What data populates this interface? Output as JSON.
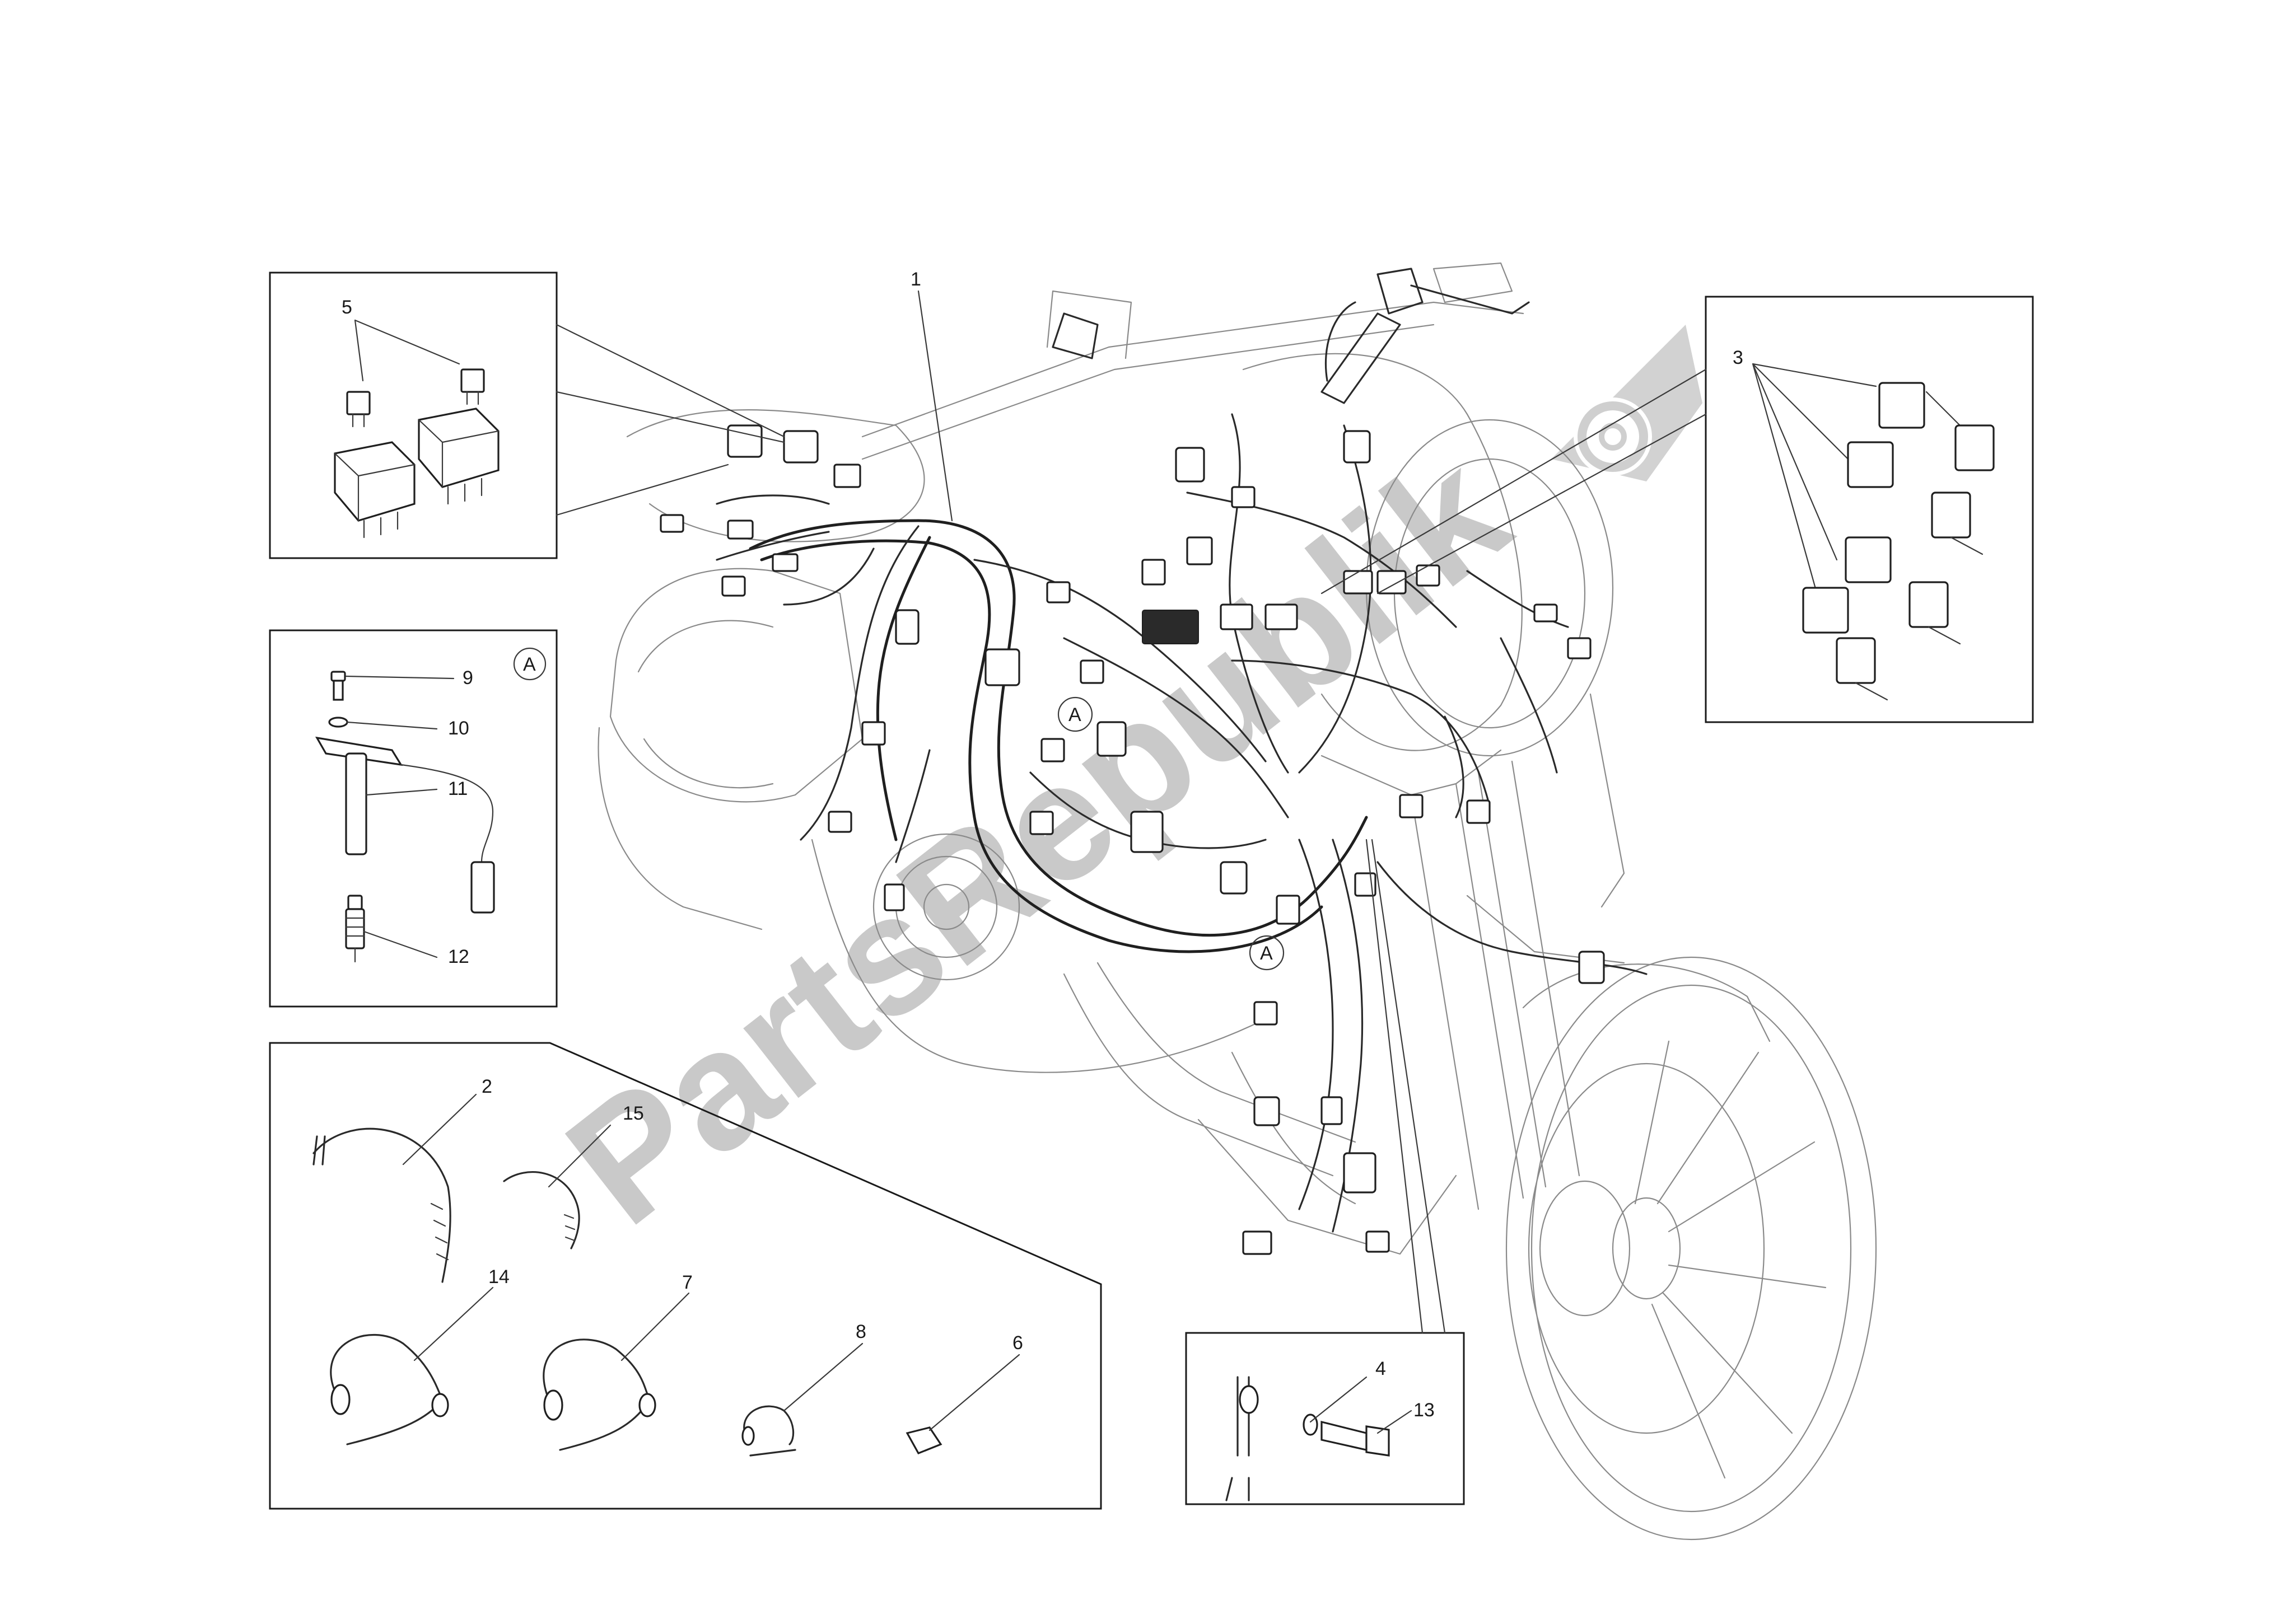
{
  "callouts": {
    "c1": "1",
    "c2": "2",
    "c3": "3",
    "c4": "4",
    "c5": "5",
    "c6": "6",
    "c7": "7",
    "c8": "8",
    "c9": "9",
    "c10": "10",
    "c11": "11",
    "c12": "12",
    "c13": "13",
    "c14": "14",
    "c15": "15"
  },
  "reference_marker": "A",
  "watermark": {
    "text": "PartsRepublik",
    "logo": "gear-icon"
  }
}
